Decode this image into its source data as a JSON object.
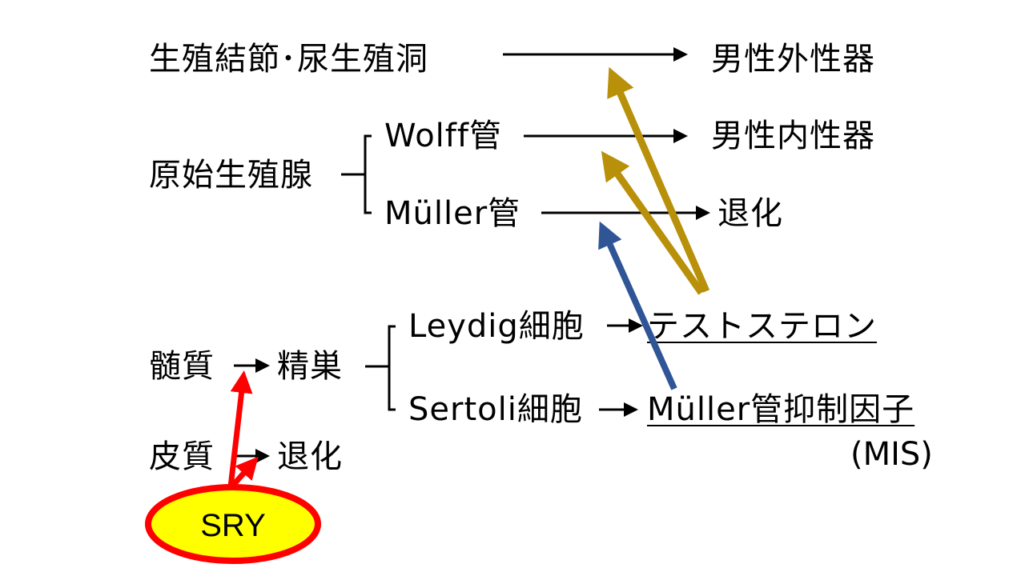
{
  "top": {
    "genital_tubercle": "生殖結節･尿生殖洞",
    "male_external": "男性外性器"
  },
  "gonad": {
    "primitive_gonad": "原始生殖腺",
    "wolff_duct": "Wolff管",
    "male_internal": "男性内性器",
    "muller_duct": "Müller管",
    "regression": "退化"
  },
  "cells": {
    "leydig": "Leydig細胞",
    "testosterone": "テストステロン",
    "sertoli": "Sertoli細胞",
    "mis": "Müller管抑制因子",
    "mis_abbr": "(MIS)"
  },
  "medulla": {
    "medulla": "髄質",
    "testis": "精巣",
    "cortex": "皮質",
    "regression": "退化"
  },
  "sry": {
    "label": "SRY"
  },
  "colors": {
    "black_arrow": "#000000",
    "gold_arrow": "#B8900A",
    "blue_arrow": "#2F5597",
    "red_arrow": "#FF0000",
    "sry_fill": "#FFFF00",
    "sry_border": "#FF0000"
  }
}
